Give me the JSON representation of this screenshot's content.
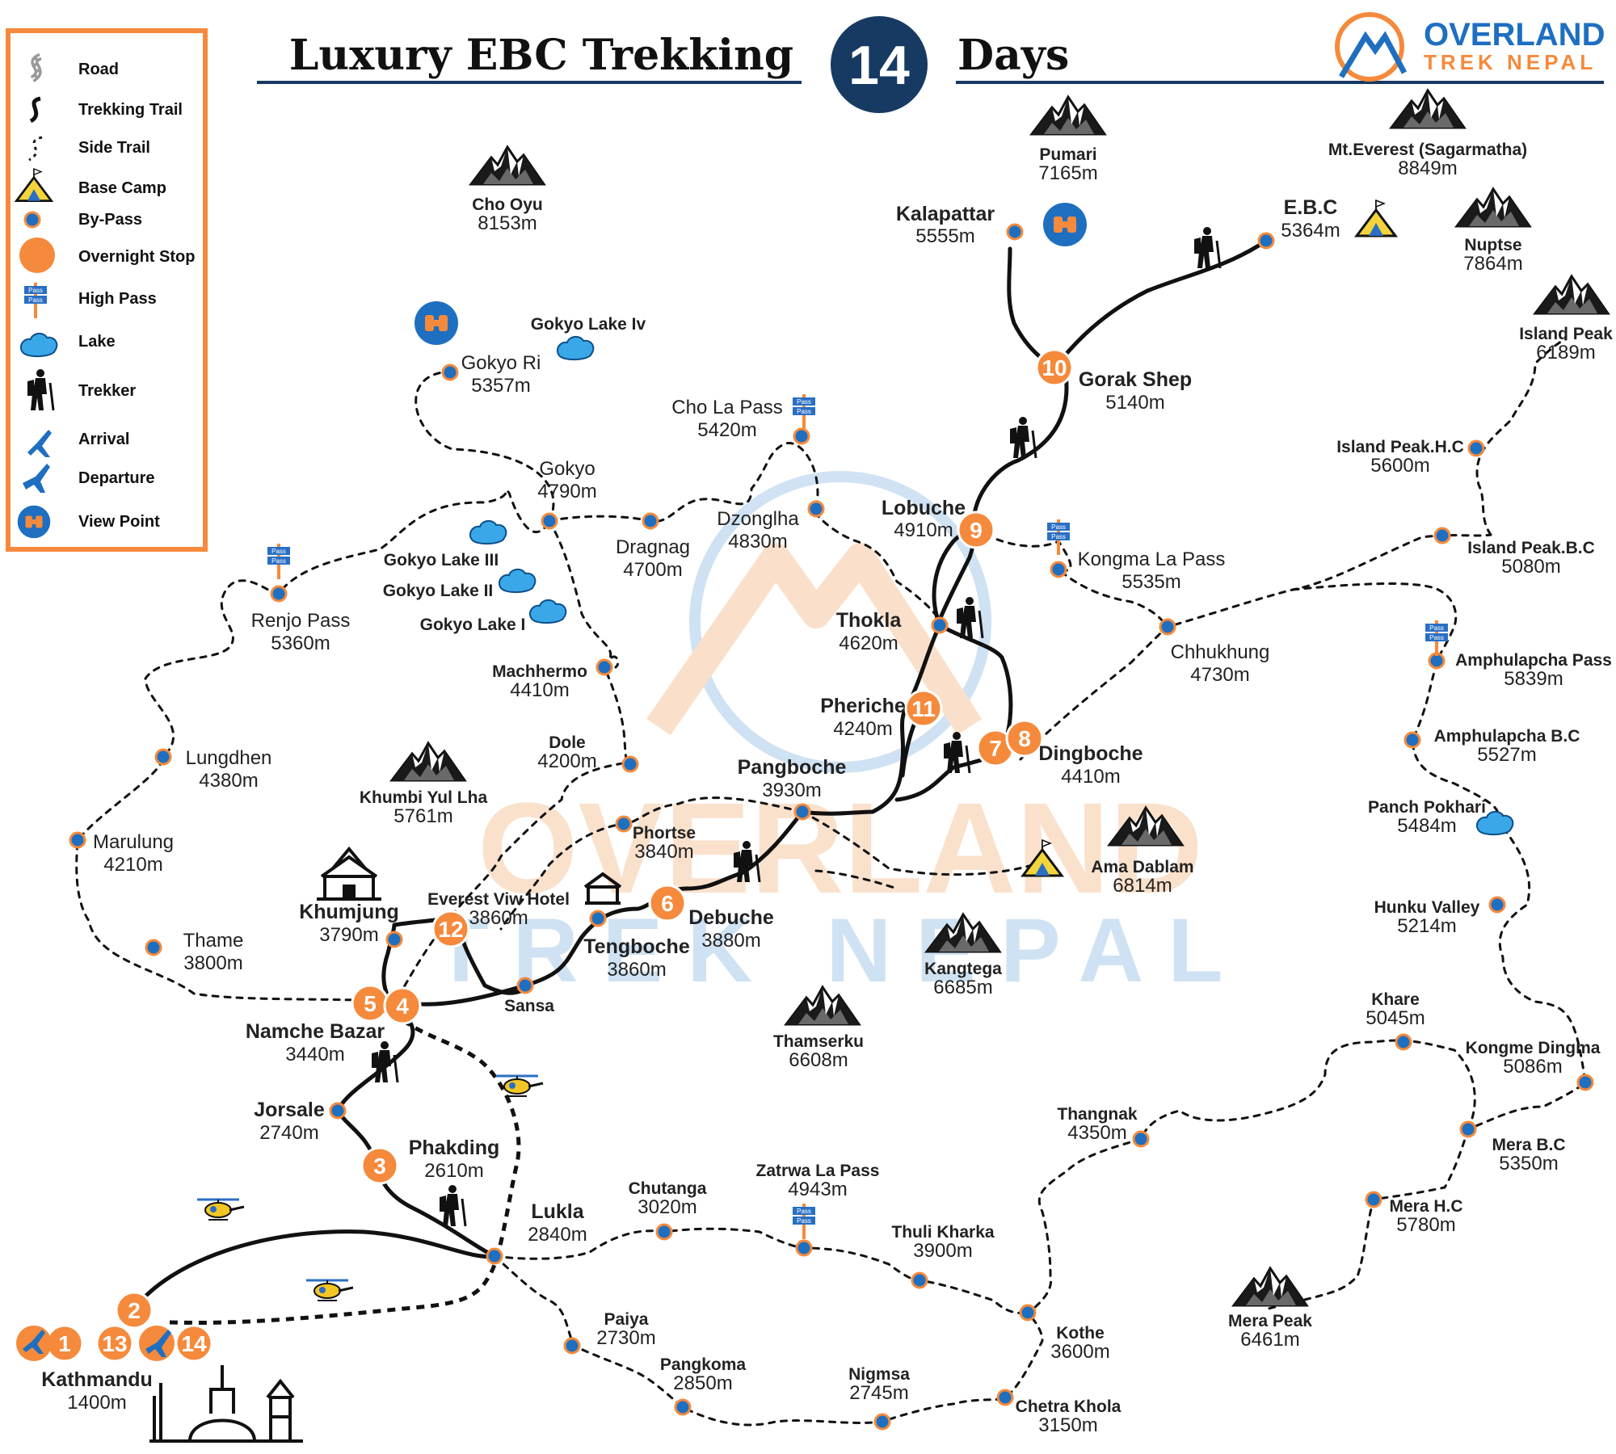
{
  "header": {
    "title_left": "Luxury EBC Trekking",
    "days_number": "14",
    "title_right": "Days",
    "brand_line1": "OVERLAND",
    "brand_line2": "TREK NEPAL",
    "watermark_line1": "OVERLAND",
    "watermark_line2": "TREK NEPAL"
  },
  "colors": {
    "accent": "#f58a3c",
    "navy": "#173a63",
    "blue": "#1e6fc0",
    "trail": "#111111",
    "lake": "#3aa8e8",
    "camp_yellow": "#f3d43a"
  },
  "legend": [
    {
      "icon": "road-icon",
      "label": "Road"
    },
    {
      "icon": "trekking-trail-icon",
      "label": "Trekking Trail"
    },
    {
      "icon": "side-trail-icon",
      "label": "Side Trail"
    },
    {
      "icon": "base-camp-icon",
      "label": "Base  Camp"
    },
    {
      "icon": "by-pass-icon",
      "label": "By-Pass"
    },
    {
      "icon": "overnight-stop-icon",
      "label": "Overnight Stop"
    },
    {
      "icon": "high-pass-icon",
      "label": "High Pass"
    },
    {
      "icon": "lake-icon",
      "label": "Lake"
    },
    {
      "icon": "trekker-icon",
      "label": "Trekker"
    },
    {
      "icon": "arrival-icon",
      "label": "Arrival"
    },
    {
      "icon": "departure-icon",
      "label": "Departure"
    },
    {
      "icon": "view-point-icon",
      "label": "View Point"
    }
  ],
  "stops": [
    {
      "n": "1"
    },
    {
      "n": "13"
    },
    {
      "n": "14"
    },
    {
      "n": "2"
    },
    {
      "n": "3"
    },
    {
      "n": "5"
    },
    {
      "n": "4"
    },
    {
      "n": "12"
    },
    {
      "n": "6"
    },
    {
      "n": "7"
    },
    {
      "n": "8"
    },
    {
      "n": "11"
    },
    {
      "n": "9"
    },
    {
      "n": "10"
    }
  ],
  "peaks": [
    {
      "name": "Cho Oyu",
      "alt": "8153m"
    },
    {
      "name": "Pumari",
      "alt": "7165m"
    },
    {
      "name": "Mt.Everest (Sagarmatha)",
      "alt": "8849m"
    },
    {
      "name": "Nuptse",
      "alt": "7864m"
    },
    {
      "name": "Island Peak",
      "alt": "6189m"
    },
    {
      "name": "Khumbi Yul Lha",
      "alt": "5761m"
    },
    {
      "name": "Ama Dablam",
      "alt": "6814m"
    },
    {
      "name": "Kangtega",
      "alt": "6685m"
    },
    {
      "name": "Thamserku",
      "alt": "6608m"
    },
    {
      "name": "Mera Peak",
      "alt": "6461m"
    }
  ],
  "places": [
    {
      "name": "Kalapattar",
      "alt": "5555m"
    },
    {
      "name": "E.B.C",
      "alt": "5364m"
    },
    {
      "name": "Gorak Shep",
      "alt": "5140m"
    },
    {
      "name": "Lobuche",
      "alt": "4910m"
    },
    {
      "name": "Thokla",
      "alt": "4620m"
    },
    {
      "name": "Pheriche",
      "alt": "4240m"
    },
    {
      "name": "Dingboche",
      "alt": "4410m"
    },
    {
      "name": "Pangboche",
      "alt": "3930m"
    },
    {
      "name": "Debuche",
      "alt": "3880m"
    },
    {
      "name": "Tengboche",
      "alt": "3860m"
    },
    {
      "name": "Khumjung",
      "alt": "3790m"
    },
    {
      "name": "Everest Viw Hotel",
      "alt": "3860m"
    },
    {
      "name": "Sansa",
      "alt": ""
    },
    {
      "name": "Namche Bazar",
      "alt": "3440m"
    },
    {
      "name": "Jorsale",
      "alt": "2740m"
    },
    {
      "name": "Phakding",
      "alt": "2610m"
    },
    {
      "name": "Lukla",
      "alt": "2840m"
    },
    {
      "name": "Kathmandu",
      "alt": "1400m"
    }
  ],
  "minor_places": [
    {
      "name": "Gokyo Ri",
      "alt": "5357m"
    },
    {
      "name": "Gokyo Lake Iv",
      "alt": ""
    },
    {
      "name": "Cho La Pass",
      "alt": "5420m"
    },
    {
      "name": "Gokyo",
      "alt": "4790m"
    },
    {
      "name": "Dzonglha",
      "alt": "4830m"
    },
    {
      "name": "Dragnag",
      "alt": "4700m"
    },
    {
      "name": "Gokyo Lake  III",
      "alt": ""
    },
    {
      "name": "Gokyo Lake  II",
      "alt": ""
    },
    {
      "name": "Gokyo Lake I",
      "alt": ""
    },
    {
      "name": "Renjo Pass",
      "alt": "5360m"
    },
    {
      "name": "Machhermo",
      "alt": "4410m"
    },
    {
      "name": "Dole",
      "alt": "4200m"
    },
    {
      "name": "Lungdhen",
      "alt": "4380m"
    },
    {
      "name": "Marulung",
      "alt": "4210m"
    },
    {
      "name": "Thame",
      "alt": "3800m"
    },
    {
      "name": "Phortse",
      "alt": "3840m"
    },
    {
      "name": "Kongma La Pass",
      "alt": "5535m"
    },
    {
      "name": "Chhukhung",
      "alt": "4730m"
    },
    {
      "name": "Island Peak.H.C",
      "alt": "5600m"
    },
    {
      "name": "Island Peak.B.C",
      "alt": "5080m"
    },
    {
      "name": "Amphulapcha Pass",
      "alt": "5839m"
    },
    {
      "name": "Amphulapcha B.C",
      "alt": "5527m"
    },
    {
      "name": "Panch Pokhari",
      "alt": "5484m"
    },
    {
      "name": "Hunku Valley",
      "alt": "5214m"
    },
    {
      "name": "Khare",
      "alt": "5045m"
    },
    {
      "name": "Kongme Dingma",
      "alt": "5086m"
    },
    {
      "name": "Thangnak",
      "alt": "4350m"
    },
    {
      "name": "Mera B.C",
      "alt": "5350m"
    },
    {
      "name": "Mera H.C",
      "alt": "5780m"
    },
    {
      "name": "Chutanga",
      "alt": "3020m"
    },
    {
      "name": "Zatrwa La Pass",
      "alt": "4943m"
    },
    {
      "name": "Thuli Kharka",
      "alt": "3900m"
    },
    {
      "name": "Kothe",
      "alt": "3600m"
    },
    {
      "name": "Paiya",
      "alt": "2730m"
    },
    {
      "name": "Pangkoma",
      "alt": "2850m"
    },
    {
      "name": "Nigmsa",
      "alt": "2745m"
    },
    {
      "name": "Chetra Khola",
      "alt": "3150m"
    }
  ]
}
